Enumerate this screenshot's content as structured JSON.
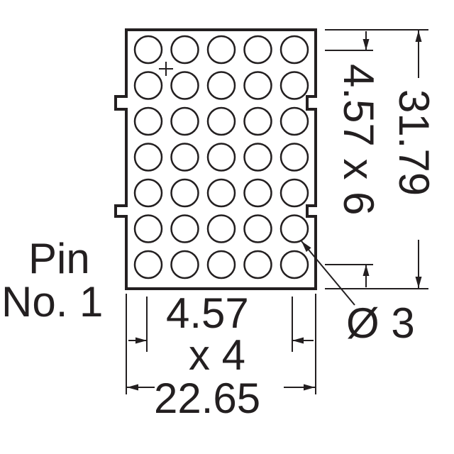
{
  "matrix": {
    "rows": 7,
    "cols": 5
  },
  "labels": {
    "pin_line1": "Pin",
    "pin_line2": "No. 1",
    "pitch_vertical": "4.57 x 6",
    "height": "31.79",
    "pitch_horizontal_line1": "4.57",
    "pitch_horizontal_line2": "x 4",
    "width": "22.65",
    "diameter": "Ø 3"
  },
  "colors": {
    "ink": "#231f20",
    "background": "#ffffff"
  }
}
